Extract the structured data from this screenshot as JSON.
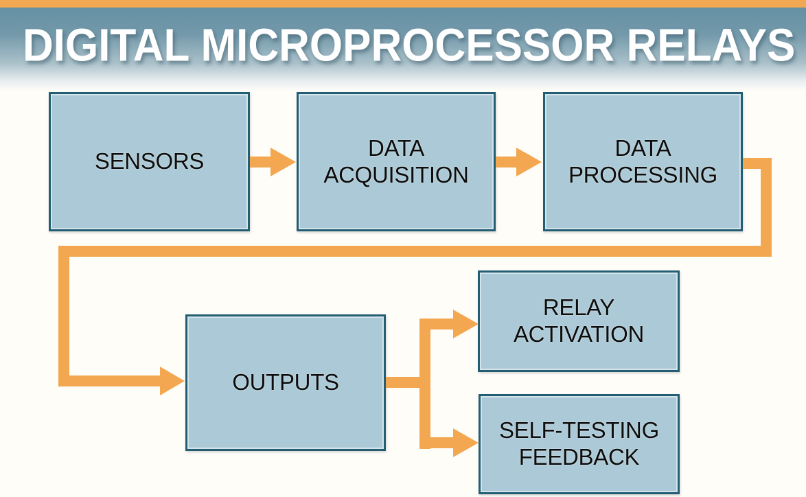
{
  "page": {
    "title": "DIGITAL MICROPROCESSOR RELAYS",
    "colors": {
      "accent_orange": "#f3a751",
      "top_bar_orange": "#f2a852",
      "header_gradient_top": "#6590a3",
      "background": "#fffdf8",
      "node_fill": "#abc9d6",
      "node_border": "#235e73",
      "node_text": "#0d0d0d",
      "title_text": "#ffffff"
    }
  },
  "diagram": {
    "nodes": [
      {
        "id": "sensors",
        "label": "SENSORS"
      },
      {
        "id": "data-acquisition",
        "label": "DATA\nACQUISITION"
      },
      {
        "id": "data-processing",
        "label": "DATA\nPROCESSING"
      },
      {
        "id": "outputs",
        "label": "OUTPUTS"
      },
      {
        "id": "relay-activation",
        "label": "RELAY\nACTIVATION"
      },
      {
        "id": "self-testing-feedback",
        "label": "SELF-TESTING\nFEEDBACK"
      }
    ],
    "edges": [
      {
        "from": "sensors",
        "to": "data-acquisition"
      },
      {
        "from": "data-acquisition",
        "to": "data-processing"
      },
      {
        "from": "data-processing",
        "to": "outputs"
      },
      {
        "from": "outputs",
        "to": "relay-activation"
      },
      {
        "from": "outputs",
        "to": "self-testing-feedback"
      }
    ]
  }
}
